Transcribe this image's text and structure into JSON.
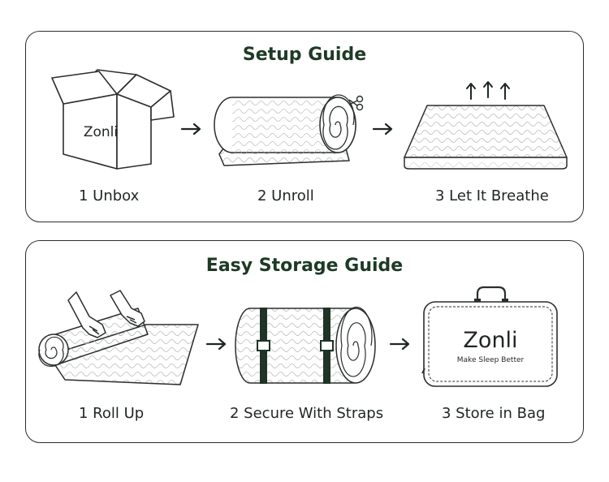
{
  "setup": {
    "title": "Setup Guide",
    "steps": [
      {
        "label": "1 Unbox",
        "icon": "box-icon",
        "box_brand": "Zonli"
      },
      {
        "label": "2 Unroll",
        "icon": "rolled-mattress-icon"
      },
      {
        "label": "3 Let It Breathe",
        "icon": "flat-mattress-icon"
      }
    ]
  },
  "storage": {
    "title": "Easy Storage Guide",
    "steps": [
      {
        "label": "1 Roll Up",
        "icon": "hands-rolling-icon"
      },
      {
        "label": "2 Secure With Straps",
        "icon": "strapped-roll-icon"
      },
      {
        "label": "3 Store in Bag",
        "icon": "storage-bag-icon",
        "bag_brand": "Zonli",
        "bag_tagline": "Make Sleep Better"
      }
    ]
  },
  "colors": {
    "accent": "#1d3a26",
    "line": "#2a2f2b",
    "strap": "#1f3326"
  }
}
